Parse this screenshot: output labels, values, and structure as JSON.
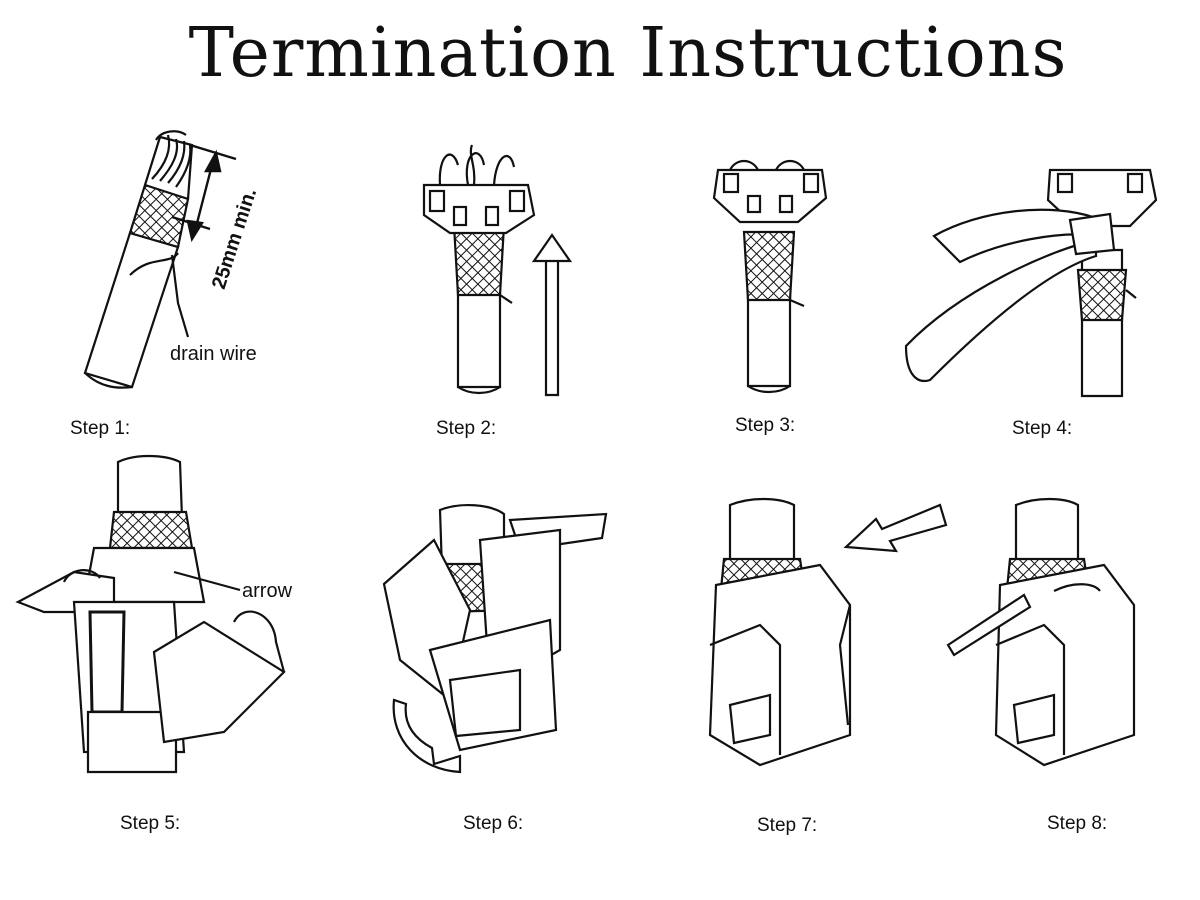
{
  "title": "Termination Instructions",
  "steps": [
    {
      "label": "Step 1:"
    },
    {
      "label": "Step 2:"
    },
    {
      "label": "Step 3:"
    },
    {
      "label": "Step 4:"
    },
    {
      "label": "Step 5:"
    },
    {
      "label": "Step 6:"
    },
    {
      "label": "Step 7:"
    },
    {
      "label": "Step 8:"
    }
  ],
  "callouts": {
    "dimension": "25mm min.",
    "drain_wire": "drain wire",
    "arrow": "arrow"
  },
  "colors": {
    "ink": "#111111",
    "paper": "#ffffff"
  }
}
